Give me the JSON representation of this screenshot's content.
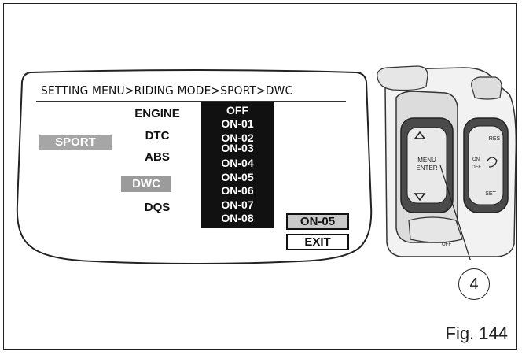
{
  "screen": {
    "breadcrumb": "SETTING MENU>RIDING MODE>SPORT>DWC",
    "mode": "SPORT",
    "submenu": [
      "ENGINE",
      "DTC",
      "ABS",
      "DWC",
      "DQS"
    ],
    "selected_submenu": "DWC",
    "options": [
      "OFF",
      "ON-01",
      "ON-02",
      "ON-03",
      "ON-04",
      "ON-05",
      "ON-06",
      "ON-07",
      "ON-08"
    ],
    "current_value": "ON-05",
    "exit_label": "EXIT"
  },
  "switch_labels": {
    "menu": "MENU",
    "enter": "ENTER",
    "on": "ON",
    "off": "OFF",
    "res": "RES",
    "set": "SET",
    "off_lower": "OFF"
  },
  "callout": "4",
  "figure_label": "Fig. 144"
}
